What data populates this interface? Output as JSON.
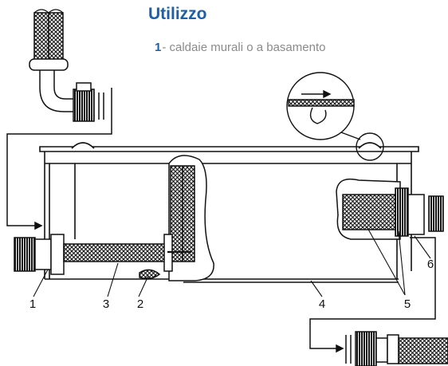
{
  "header": {
    "title": "Utilizzo",
    "item_number": "1",
    "item_text": "- caldaie murali o a basamento"
  },
  "diagram": {
    "callouts": [
      "1",
      "2",
      "3",
      "4",
      "5",
      "6"
    ],
    "colors": {
      "title": "#1d5fa8",
      "subtitle": "#8a8a8a",
      "line": "#111111"
    }
  }
}
